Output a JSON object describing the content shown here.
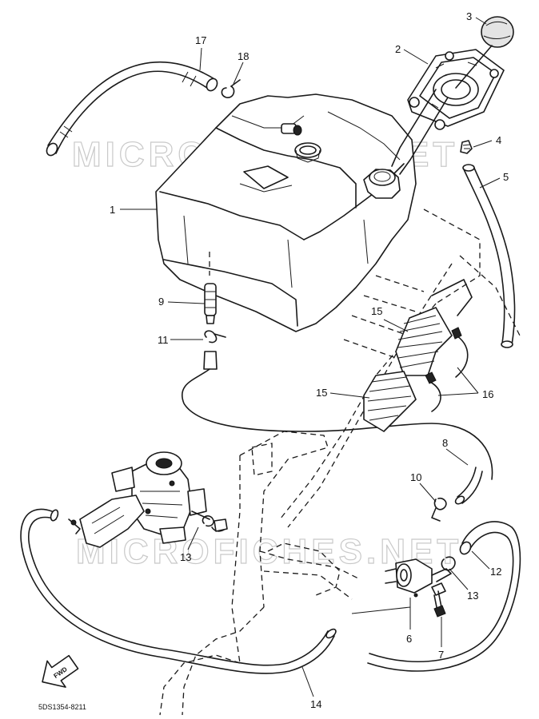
{
  "watermark": "MICROFICHES.NET",
  "diagram_code": "5DS1354-8211",
  "fwd_label": "FWD",
  "callouts": {
    "n1": "1",
    "n2": "2",
    "n3": "3",
    "n4": "4",
    "n5": "5",
    "n6": "6",
    "n7": "7",
    "n8": "8",
    "n9": "9",
    "n10": "10",
    "n11": "11",
    "n12": "12",
    "n13a": "13",
    "n13b": "13",
    "n14": "14",
    "n15a": "15",
    "n15b": "15",
    "n16": "16",
    "n17": "17",
    "n18": "18"
  }
}
